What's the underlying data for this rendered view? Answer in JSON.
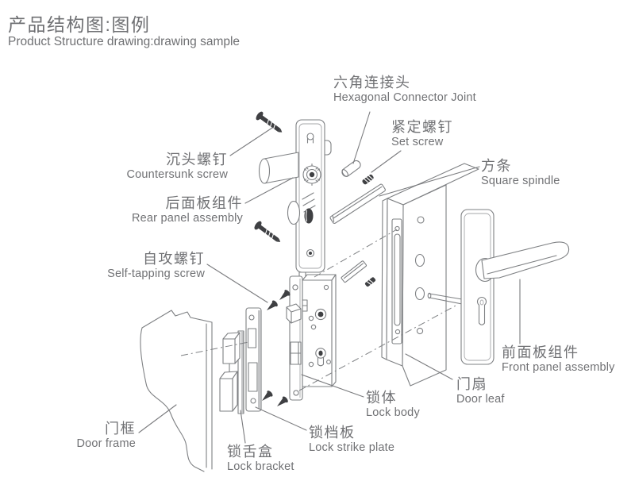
{
  "title": {
    "zh": "产品结构图:图例",
    "en": "Product Structure drawing:drawing sample"
  },
  "labels": {
    "hex_connector": {
      "zh": "六角连接头",
      "en": "Hexagonal Connector Joint"
    },
    "set_screw": {
      "zh": "紧定螺钉",
      "en": "Set screw"
    },
    "square_spindle": {
      "zh": "方条",
      "en": "Square spindle"
    },
    "countersunk_screw": {
      "zh": "沉头螺钉",
      "en": "Countersunk screw"
    },
    "rear_panel": {
      "zh": "后面板组件",
      "en": "Rear panel assembly"
    },
    "self_tapping_screw": {
      "zh": "自攻螺钉",
      "en": "Self-tapping screw"
    },
    "front_panel": {
      "zh": "前面板组件",
      "en": "Front panel assembly"
    },
    "door_leaf": {
      "zh": "门扇",
      "en": "Door leaf"
    },
    "lock_body": {
      "zh": "锁体",
      "en": "Lock body"
    },
    "door_frame": {
      "zh": "门框",
      "en": "Door frame"
    },
    "lock_strike_plate": {
      "zh": "锁档板",
      "en": "Lock strike plate"
    },
    "lock_bracket": {
      "zh": "锁舌盒",
      "en": "Lock bracket"
    }
  },
  "colors": {
    "text": "#707174",
    "line": "#7e8083",
    "dark_parts": "#3f4043",
    "background": "#ffffff"
  }
}
